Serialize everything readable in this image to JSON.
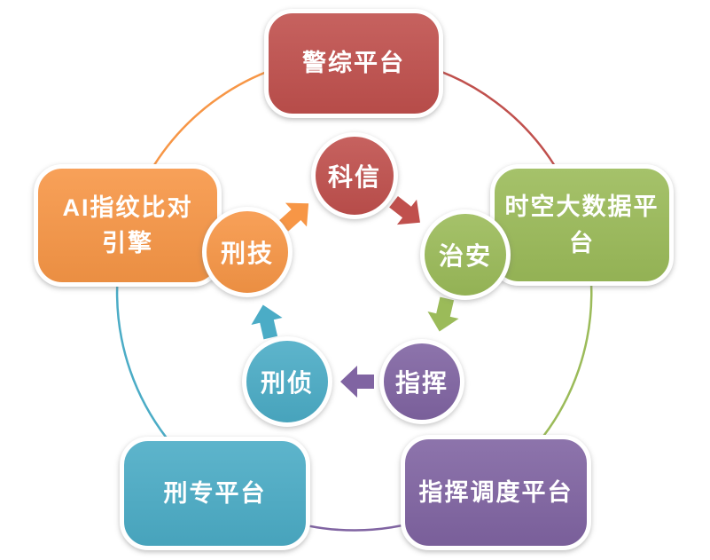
{
  "palette": {
    "red": "#C0504D",
    "green": "#9BBB59",
    "purple": "#8064A2",
    "teal": "#4BACC6",
    "orange": "#F79646"
  },
  "platforms": {
    "jingzong": {
      "label": "警综平台",
      "color": "#C0504D"
    },
    "shikong": {
      "label": "时空大数据平\n台",
      "color": "#9BBB59"
    },
    "zhihui_diaodu": {
      "label": "指挥调度平台",
      "color": "#8064A2"
    },
    "xingzhuan": {
      "label": "刑专平台",
      "color": "#4BACC6"
    },
    "ai_engine": {
      "label": "AI指纹比对\n引擎",
      "color": "#F79646"
    }
  },
  "departments": {
    "kexin": {
      "label": "科信",
      "color": "#C0504D"
    },
    "zhian": {
      "label": "治安",
      "color": "#9BBB59"
    },
    "zhihui": {
      "label": "指挥",
      "color": "#8064A2"
    },
    "xingzhen": {
      "label": "刑侦",
      "color": "#4BACC6"
    },
    "xingji": {
      "label": "刑技",
      "color": "#F79646"
    }
  }
}
